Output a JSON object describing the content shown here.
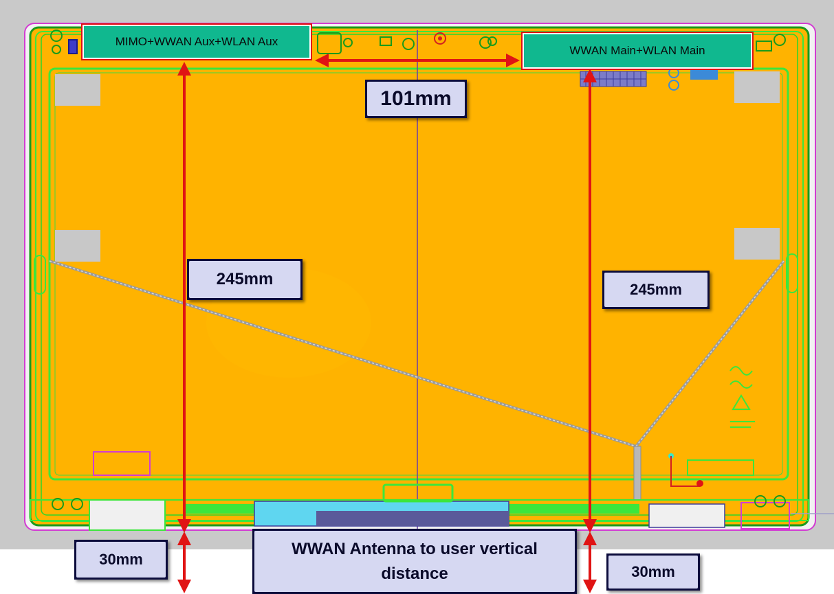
{
  "labels": {
    "antenna_left": "MIMO+WWAN Aux+WLAN Aux",
    "antenna_right": "WWAN Main+WLAN Main",
    "spacing": "101mm",
    "height_left": "245mm",
    "height_right": "245mm",
    "offset_left": "30mm",
    "offset_right": "30mm",
    "caption": "WWAN Antenna to user vertical distance"
  },
  "colors": {
    "panel_fill": "#ffb300",
    "outline_green": "#3ce63c",
    "outline_magenta": "#d23cd2",
    "arrow_red": "#e01414",
    "label_teal": "#10b88f",
    "dim_box": "#d6d8f2"
  }
}
